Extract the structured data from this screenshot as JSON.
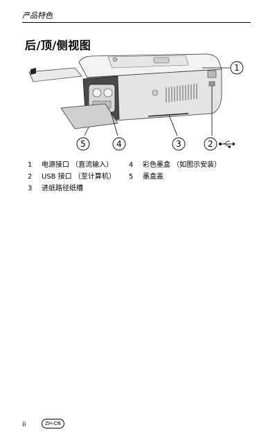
{
  "header": {
    "section_title": "产品特色"
  },
  "page": {
    "title": "后/顶/侧视图"
  },
  "figure": {
    "callouts": [
      "1",
      "2",
      "3",
      "4",
      "5"
    ]
  },
  "legend": {
    "items": [
      {
        "num": "1",
        "label": "电源接口 （直流输入）"
      },
      {
        "num": "2",
        "label": "USB 接口 （至计算机）"
      },
      {
        "num": "3",
        "label": "进纸路径纸槽"
      },
      {
        "num": "4",
        "label": "彩色墨盒 （如图示安装）"
      },
      {
        "num": "5",
        "label": "墨盒盖"
      }
    ]
  },
  "footer": {
    "page_number": "ii",
    "locale_badge": "ZH-CN"
  }
}
